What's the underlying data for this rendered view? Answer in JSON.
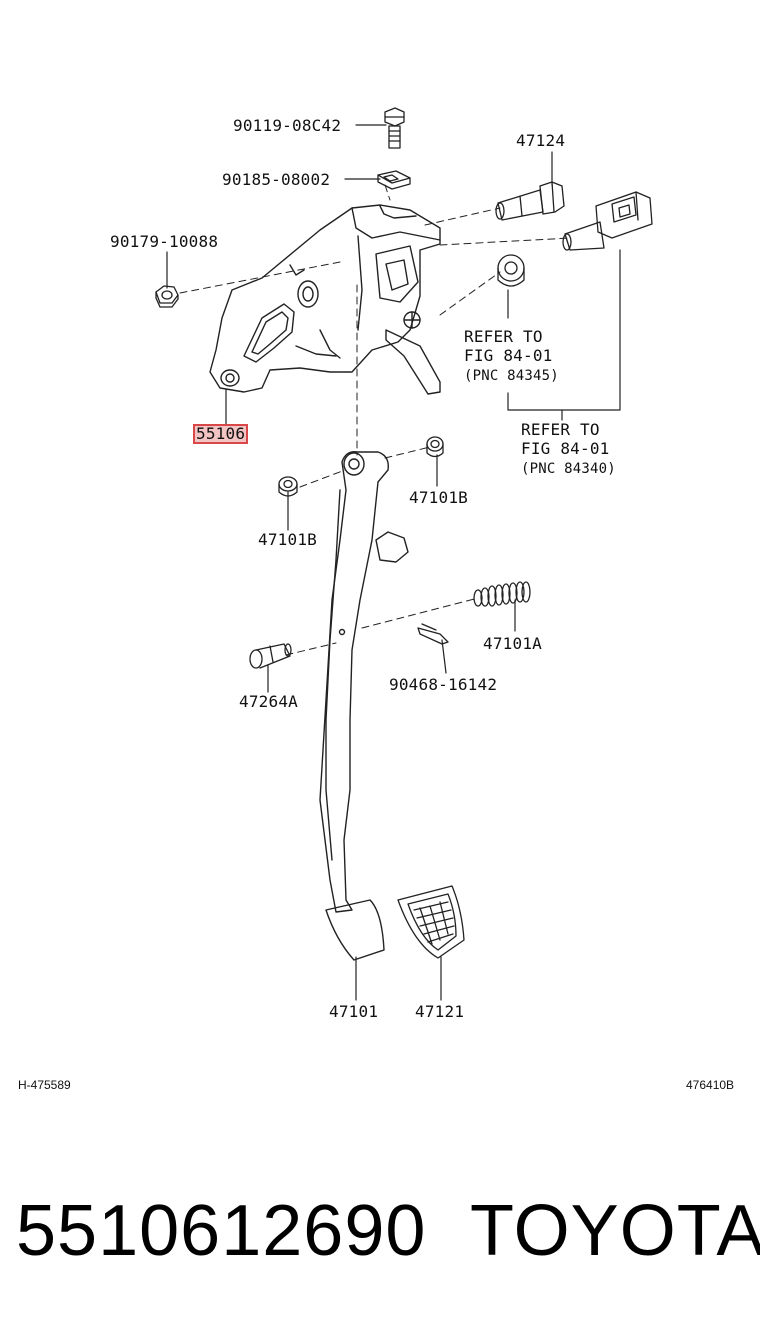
{
  "parts": {
    "p_90119": "90119-08C42",
    "p_90185": "90185-08002",
    "p_90179": "90179-10088",
    "p_47124": "47124",
    "p_55106": "55106",
    "p_47101B_right": "47101B",
    "p_47101B_left": "47101B",
    "p_47101A": "47101A",
    "p_90468": "90468-16142",
    "p_47264A": "47264A",
    "p_47101": "47101",
    "p_47121": "47121"
  },
  "refs": {
    "ref1_line1": "REFER TO",
    "ref1_line2": "FIG 84-01",
    "ref1_line3": "(PNC 84345)",
    "ref2_line1": "REFER TO",
    "ref2_line2": "FIG 84-01",
    "ref2_line3": "(PNC 84340)"
  },
  "codes": {
    "left": "H-475589",
    "right": "476410B"
  },
  "footer": {
    "part_number": "5510612690",
    "brand": "TOYOTA"
  },
  "highlight_color": "#d94848"
}
